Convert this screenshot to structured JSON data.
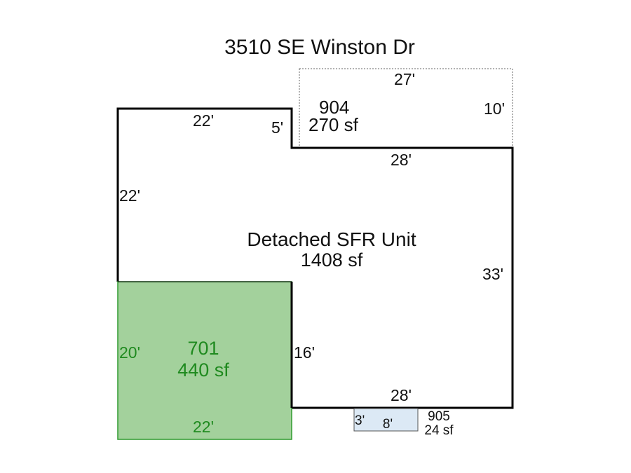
{
  "title": "3510 SE Winston Dr",
  "main_area": {
    "name": "Detached SFR Unit",
    "area": "1408 sf",
    "dims": {
      "top_left": "22'",
      "step": "5'",
      "top_right": "28'",
      "left": "22'",
      "right": "33'",
      "inner": "16'",
      "bottom": "28'"
    }
  },
  "area_904": {
    "code": "904",
    "area": "270 sf",
    "dims": {
      "top": "27'",
      "right": "10'"
    }
  },
  "area_701": {
    "code": "701",
    "area": "440 sf",
    "dims": {
      "left": "20'",
      "bottom": "22'"
    }
  },
  "area_905": {
    "code": "905",
    "area": "24 sf",
    "dims": {
      "left": "3'",
      "width": "8'"
    }
  },
  "colors": {
    "area_701_fill": "#a3d19c",
    "area_701_stroke": "#2e9a2e",
    "area_905_fill": "#dce9f5",
    "text_green": "#1f8a1f"
  }
}
